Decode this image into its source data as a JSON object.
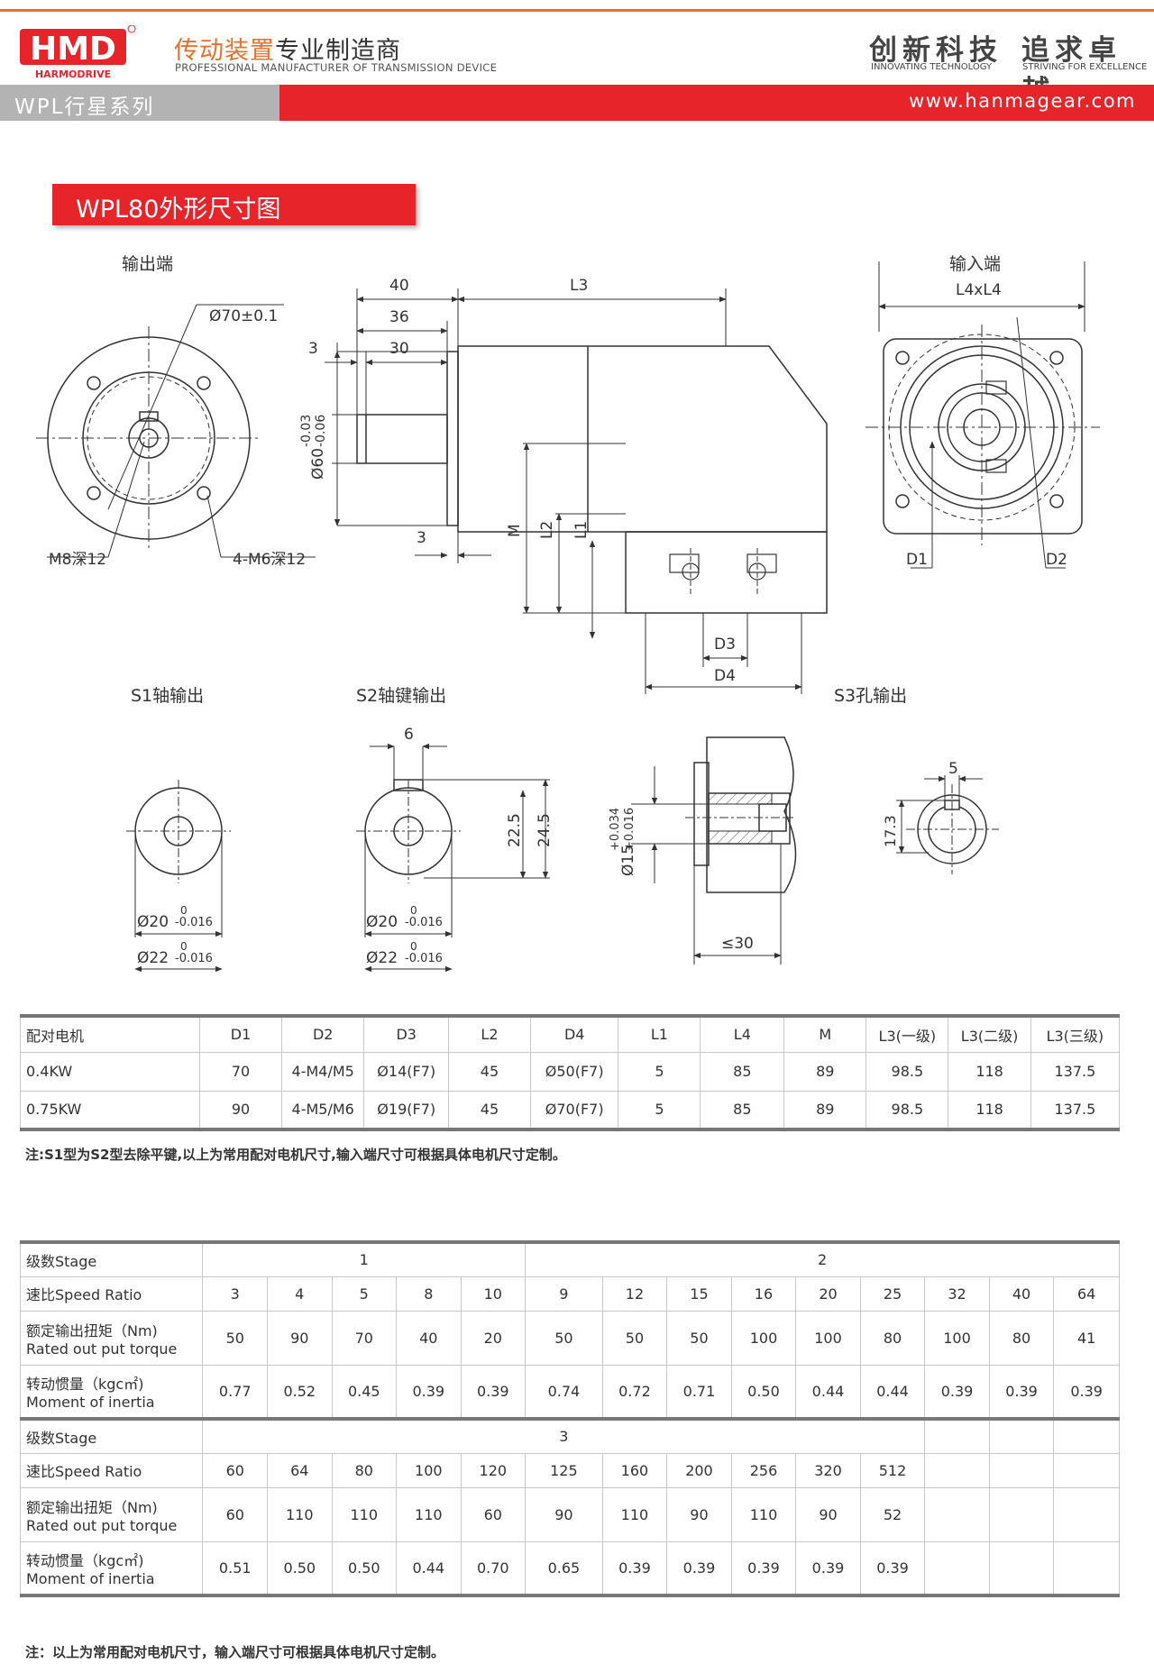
{
  "header": {
    "logo_text": "HMD",
    "logo_sub": "HARMODRIVE",
    "title_red": "传动装置",
    "title_black": "专业制造商",
    "subtitle": "PROFESSIONAL MANUFACTURER OF TRANSMISSION DEVICE",
    "slogan1": "创新科技",
    "slogan1_en": "INNOVATING TECHNOLOGY",
    "slogan2": "追求卓越",
    "slogan2_en": "STRIVING FOR EXCELLENCE",
    "series": "WPL行星系列",
    "website": "www.hanmagear.com",
    "colors": {
      "accent_red": "#e8242b",
      "accent_orange": "#e8702a",
      "grey": "#b3b3b3"
    }
  },
  "section_title": "WPL80外形尺寸图",
  "drawing": {
    "output_end": "输出端",
    "input_end": "输入端",
    "dims": {
      "d70": "Ø70±0.1",
      "m8": "M8深12",
      "m6": "4-M6深12",
      "d40": "40",
      "d36": "36",
      "d30": "30",
      "d3a": "3",
      "d3b": "3",
      "l3": "L3",
      "l4": "L4xL4",
      "d60": "Ø60",
      "d60_tol_top": "-0.03",
      "d60_tol_bot": "-0.06",
      "m": "M",
      "l2": "L2",
      "l1": "L1",
      "dd3": "D3",
      "dd4": "D4",
      "dd1": "D1",
      "dd2": "D2"
    },
    "s1": {
      "label": "S1轴输出",
      "d20": "Ø20",
      "d20_tol_top": "0",
      "d20_tol_bot": "-0.016",
      "d22": "Ø22",
      "d22_tol_top": "0",
      "d22_tol_bot": "-0.016"
    },
    "s2": {
      "label": "S2轴键输出",
      "key": "6",
      "h1": "22.5",
      "h2": "24.5",
      "d20": "Ø20",
      "d20_tol_top": "0",
      "d20_tol_bot": "-0.016",
      "d22": "Ø22",
      "d22_tol_top": "0",
      "d22_tol_bot": "-0.016"
    },
    "s3": {
      "label": "S3孔输出",
      "d15": "Ø15",
      "d15_tol_top": "+0.034",
      "d15_tol_bot": "+0.016",
      "len": "≤30",
      "key": "5",
      "h": "17.3"
    }
  },
  "table1": {
    "headers": [
      "配对电机",
      "D1",
      "D2",
      "D3",
      "L2",
      "D4",
      "L1",
      "L4",
      "M",
      "L3(一级)",
      "L3(二级)",
      "L3(三级)"
    ],
    "rows": [
      [
        "0.4KW",
        "70",
        "4-M4/M5",
        "Ø14(F7)",
        "45",
        "Ø50(F7)",
        "5",
        "85",
        "89",
        "98.5",
        "118",
        "137.5"
      ],
      [
        "0.75KW",
        "90",
        "4-M5/M6",
        "Ø19(F7)",
        "45",
        "Ø70(F7)",
        "5",
        "85",
        "89",
        "98.5",
        "118",
        "137.5"
      ]
    ],
    "note": "注:S1型为S2型去除平键,以上为常用配对电机尺寸,输入端尺寸可根据具体电机尺寸定制。"
  },
  "table2": {
    "stage_label": "级数Stage",
    "ratio_label": "速比Speed Ratio",
    "torque_label_cn": "额定输出扭矩（Nm)",
    "torque_label_en": "Rated out put torque",
    "inertia_label_cn": "转动惯量（kgc㎡)",
    "inertia_label_en": "Moment of inertia",
    "block1": {
      "stage1": "1",
      "stage2": "2",
      "ratios": [
        "3",
        "4",
        "5",
        "8",
        "10",
        "9",
        "12",
        "15",
        "16",
        "20",
        "25",
        "32",
        "40",
        "64"
      ],
      "torque": [
        "50",
        "90",
        "70",
        "40",
        "20",
        "50",
        "50",
        "50",
        "100",
        "100",
        "80",
        "100",
        "80",
        "41"
      ],
      "inertia": [
        "0.77",
        "0.52",
        "0.45",
        "0.39",
        "0.39",
        "0.74",
        "0.72",
        "0.71",
        "0.50",
        "0.44",
        "0.44",
        "0.39",
        "0.39",
        "0.39"
      ]
    },
    "block2": {
      "stage3": "3",
      "ratios": [
        "60",
        "64",
        "80",
        "100",
        "120",
        "125",
        "160",
        "200",
        "256",
        "320",
        "512",
        "",
        "",
        ""
      ],
      "torque": [
        "60",
        "110",
        "110",
        "110",
        "60",
        "90",
        "110",
        "90",
        "110",
        "90",
        "52",
        "",
        "",
        ""
      ],
      "inertia": [
        "0.51",
        "0.50",
        "0.50",
        "0.44",
        "0.70",
        "0.65",
        "0.39",
        "0.39",
        "0.39",
        "0.39",
        "0.39",
        "",
        "",
        ""
      ]
    },
    "note": "注：以上为常用配对电机尺寸，输入端尺寸可根据具体电机尺寸定制。"
  }
}
